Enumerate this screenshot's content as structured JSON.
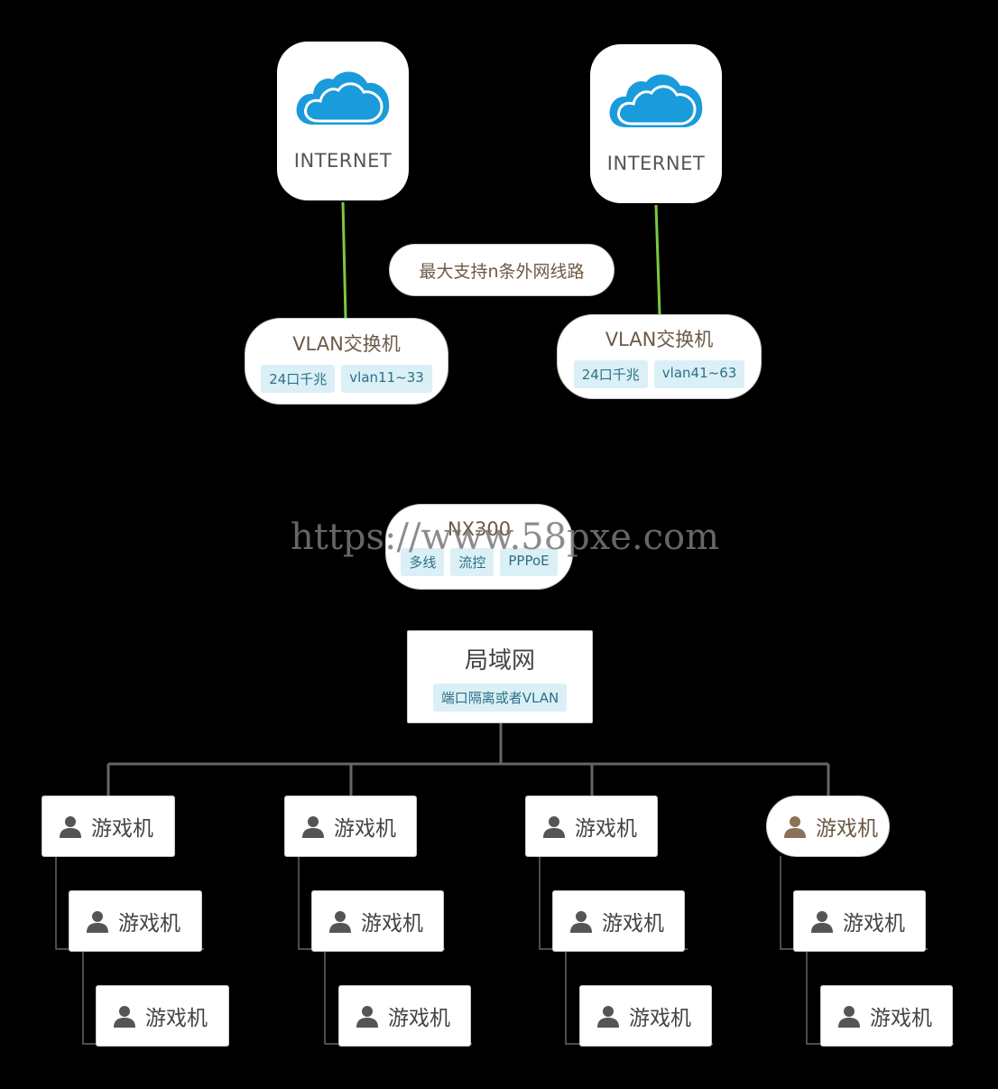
{
  "internet_nodes": [
    {
      "label": "INTERNET",
      "icon": "cloud-icon"
    },
    {
      "label": "INTERNET",
      "icon": "cloud-icon"
    }
  ],
  "note": "最大支持n条外网线路",
  "switches": [
    {
      "title": "VLAN交换机",
      "tags": [
        "24口千兆",
        "vlan11~33"
      ]
    },
    {
      "title": "VLAN交换机",
      "tags": [
        "24口千兆",
        "vlan41~63"
      ]
    }
  ],
  "router": {
    "title": "NX300",
    "tags": [
      "多线",
      "流控",
      "PPPoE"
    ]
  },
  "lan": {
    "title": "局域网",
    "tag": "端口隔离或者VLAN"
  },
  "game_machine_label": "游戏机",
  "watermark": "https://www.58pxe.com",
  "colors": {
    "cloud": "#1a9bdc",
    "green_link": "#7ac943",
    "tag_bg": "#daf0f6",
    "tag_text": "#2f6f86",
    "brown_text": "#6b5a45",
    "tree_line": "#666666"
  }
}
